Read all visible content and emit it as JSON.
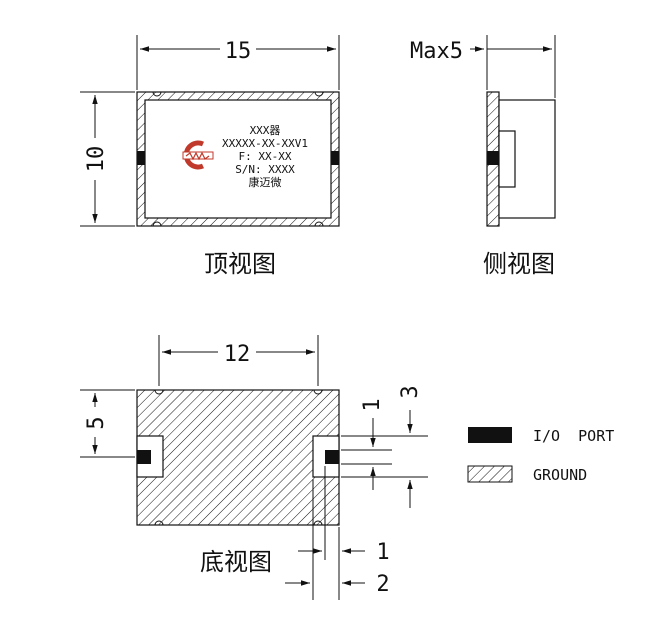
{
  "top_view": {
    "dim_width": "15",
    "dim_height": "10",
    "label_lines": [
      "XXX器",
      "XXXXX-XX-XXV1",
      "F: XX-XX",
      "S/N: XXXX",
      "康迈微"
    ],
    "caption": "顶视图"
  },
  "side_view": {
    "dim_thickness": "Max5",
    "caption": "侧视图"
  },
  "bottom_view": {
    "dim_pad_spacing": "12",
    "dim_pad_offset": "5",
    "dim_port_width": "1",
    "dim_port_window": "3",
    "dim_edge_1": "1",
    "dim_edge_2": "2",
    "caption": "底视图"
  },
  "legend": [
    {
      "label": "I/O  PORT",
      "pattern": "solid"
    },
    {
      "label": "GROUND",
      "pattern": "hatch"
    }
  ]
}
